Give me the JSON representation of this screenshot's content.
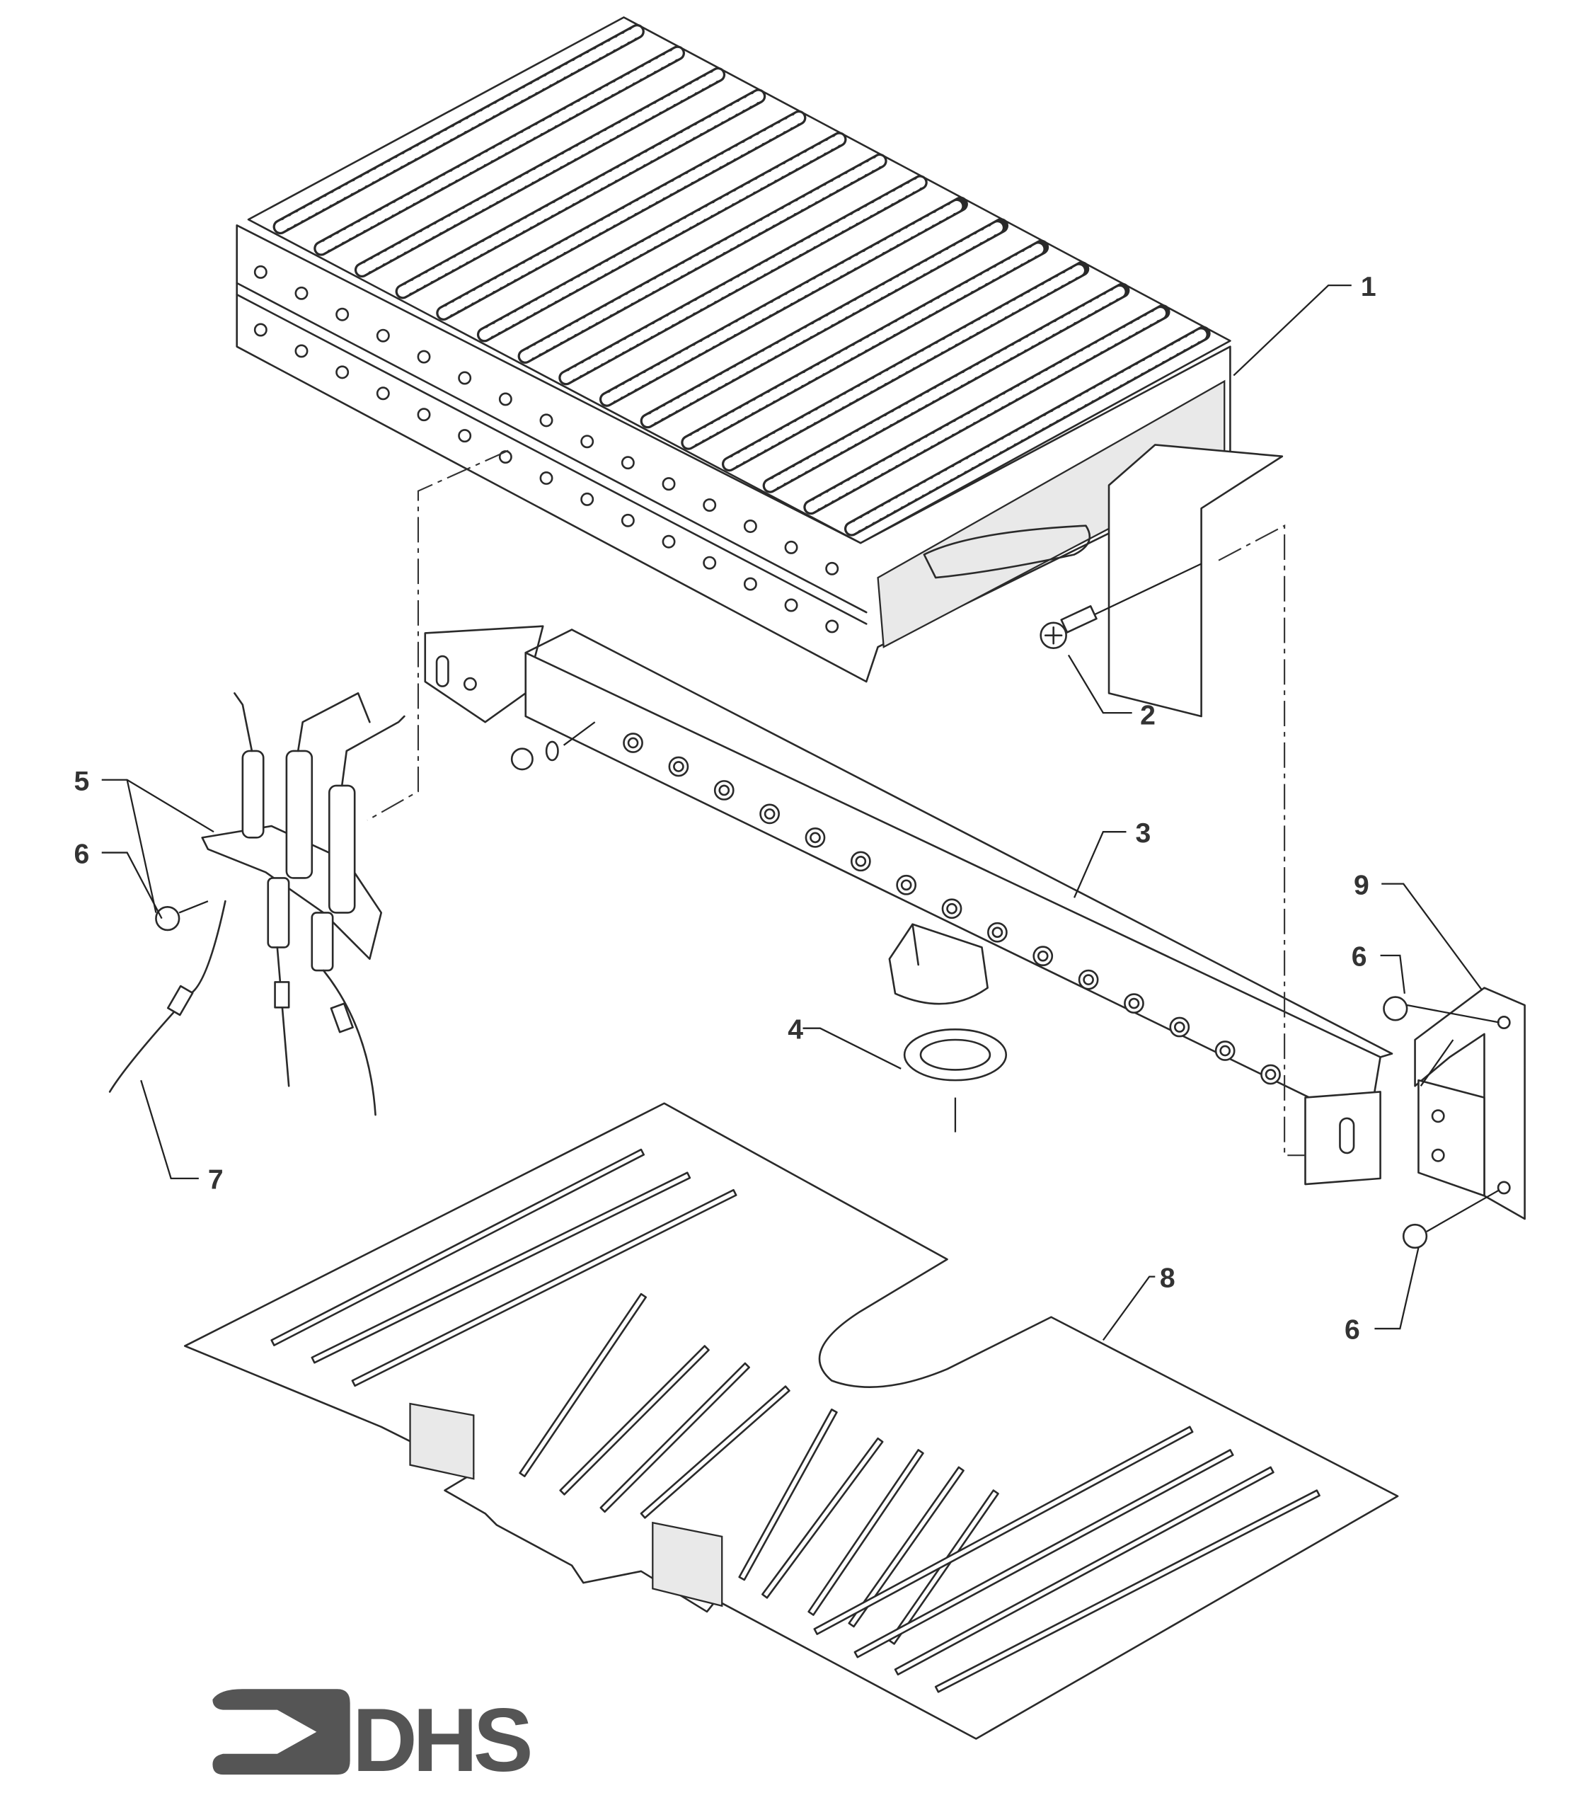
{
  "diagram": {
    "title": "Burner assembly exploded view",
    "callouts": [
      {
        "id": "callout-1",
        "text": "1"
      },
      {
        "id": "callout-2",
        "text": "2"
      },
      {
        "id": "callout-3",
        "text": "3"
      },
      {
        "id": "callout-4",
        "text": "4"
      },
      {
        "id": "callout-5",
        "text": "5"
      },
      {
        "id": "callout-6a",
        "text": "6"
      },
      {
        "id": "callout-6b",
        "text": "6"
      },
      {
        "id": "callout-6c",
        "text": "6"
      },
      {
        "id": "callout-7",
        "text": "7"
      },
      {
        "id": "callout-8",
        "text": "8"
      },
      {
        "id": "callout-9",
        "text": "9"
      }
    ],
    "logo": {
      "text": "DHS",
      "color": "#555555"
    }
  }
}
